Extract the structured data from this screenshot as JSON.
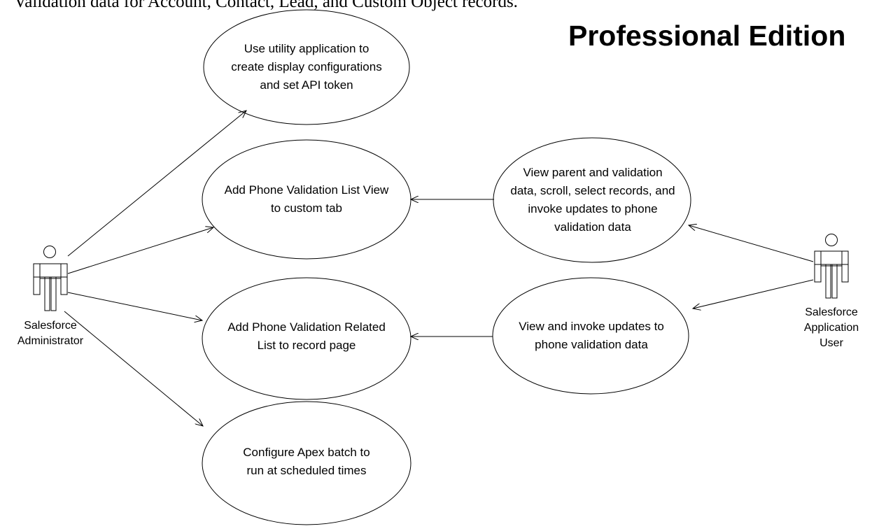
{
  "header": {
    "intro_text": "Validation data for Account, Contact, Lead, and Custom Object records.",
    "edition_title": "Professional Edition"
  },
  "actors": {
    "admin": {
      "lines": [
        "Salesforce",
        "Administrator"
      ]
    },
    "app_user": {
      "lines": [
        "Salesforce",
        "Application",
        "User"
      ]
    }
  },
  "use_cases": {
    "utility_app": {
      "lines": [
        "Use utility application to",
        "create display configurations",
        "and set API token"
      ]
    },
    "list_view": {
      "lines": [
        "Add Phone Validation List View",
        "to custom tab"
      ]
    },
    "related_list": {
      "lines": [
        "Add Phone Validation Related",
        "List to record page"
      ]
    },
    "apex_batch": {
      "lines": [
        "Configure Apex batch to",
        "run at scheduled times"
      ]
    },
    "view_parent": {
      "lines": [
        "View parent and validation",
        "data, scroll, select records, and",
        "invoke updates to phone",
        "validation data"
      ]
    },
    "view_invoke": {
      "lines": [
        "View and invoke updates to",
        "phone validation data"
      ]
    }
  },
  "colors": {
    "stroke": "#000000",
    "background": "#ffffff"
  }
}
